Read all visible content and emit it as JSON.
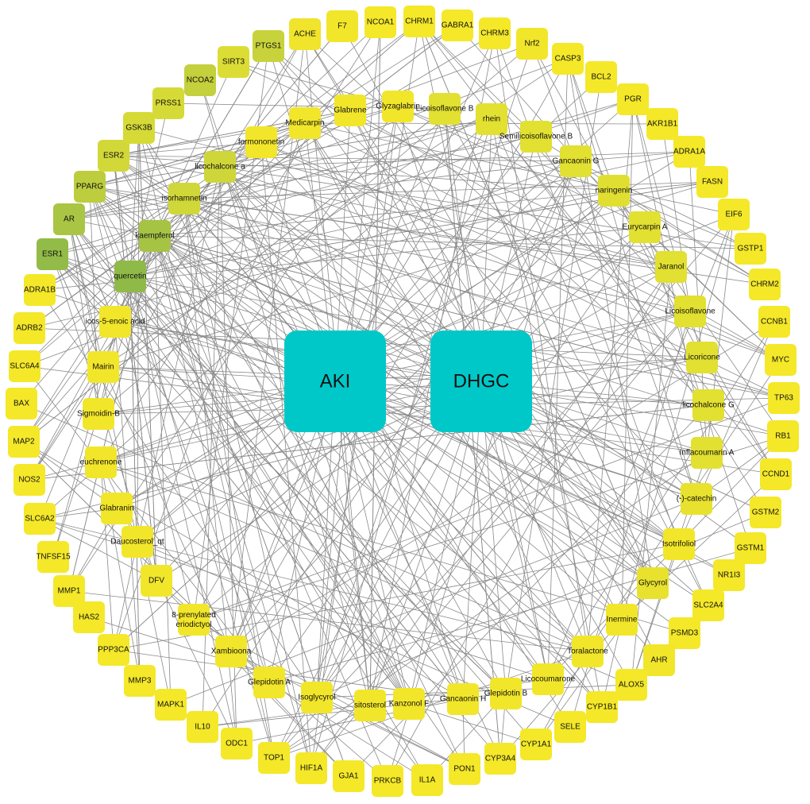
{
  "title": "AKI - DHGC compound-target network",
  "colors": {
    "edge": "#8a8a8a",
    "hub": "#00c8c8",
    "default_node": "#f2e62a"
  },
  "hubs": [
    {
      "id": "AKI",
      "label": "AKI"
    },
    {
      "id": "DHGC",
      "label": "DHGC"
    }
  ],
  "targets": [
    {
      "label": "ACHE",
      "color": "#f0e42c"
    },
    {
      "label": "F7",
      "color": "#f2e62a"
    },
    {
      "label": "NCOA1",
      "color": "#f4e829"
    },
    {
      "label": "CHRM1",
      "color": "#f4e829"
    },
    {
      "label": "GABRA1",
      "color": "#f4e829"
    },
    {
      "label": "CHRM3",
      "color": "#f4e829"
    },
    {
      "label": "Nrf2",
      "color": "#f2e62a"
    },
    {
      "label": "CASP3",
      "color": "#f4e829"
    },
    {
      "label": "BCL2",
      "color": "#f4e829"
    },
    {
      "label": "PGR",
      "color": "#f4e829"
    },
    {
      "label": "AKR1B1",
      "color": "#f4e829"
    },
    {
      "label": "ADRA1A",
      "color": "#f4e829"
    },
    {
      "label": "FASN",
      "color": "#f4e829"
    },
    {
      "label": "EIF6",
      "color": "#f4e829"
    },
    {
      "label": "GSTP1",
      "color": "#f4e829"
    },
    {
      "label": "CHRM2",
      "color": "#f4e829"
    },
    {
      "label": "CCNB1",
      "color": "#f4e829"
    },
    {
      "label": "MYC",
      "color": "#f4e829"
    },
    {
      "label": "TP63",
      "color": "#f4e829"
    },
    {
      "label": "RB1",
      "color": "#f4e829"
    },
    {
      "label": "CCND1",
      "color": "#f4e829"
    },
    {
      "label": "GSTM2",
      "color": "#f4e829"
    },
    {
      "label": "GSTM1",
      "color": "#f4e829"
    },
    {
      "label": "NR1I3",
      "color": "#f4e829"
    },
    {
      "label": "SLC2A4",
      "color": "#f4e829"
    },
    {
      "label": "PSMD3",
      "color": "#f4e829"
    },
    {
      "label": "AHR",
      "color": "#f2e62a"
    },
    {
      "label": "ALOX5",
      "color": "#f4e829"
    },
    {
      "label": "CYP1B1",
      "color": "#f4e829"
    },
    {
      "label": "SELE",
      "color": "#f4e829"
    },
    {
      "label": "CYP1A1",
      "color": "#f4e829"
    },
    {
      "label": "CYP3A4",
      "color": "#f4e829"
    },
    {
      "label": "PON1",
      "color": "#f4e829"
    },
    {
      "label": "IL1A",
      "color": "#f4e829"
    },
    {
      "label": "PRKCB",
      "color": "#f4e829"
    },
    {
      "label": "GJA1",
      "color": "#f4e829"
    },
    {
      "label": "HIF1A",
      "color": "#f4e829"
    },
    {
      "label": "TOP1",
      "color": "#f4e829"
    },
    {
      "label": "ODC1",
      "color": "#f4e829"
    },
    {
      "label": "IL10",
      "color": "#f4e829"
    },
    {
      "label": "MAPK1",
      "color": "#f4e829"
    },
    {
      "label": "MMP3",
      "color": "#f4e829"
    },
    {
      "label": "PPP3CA",
      "color": "#f4e829"
    },
    {
      "label": "HAS2",
      "color": "#f4e829"
    },
    {
      "label": "MMP1",
      "color": "#f4e829"
    },
    {
      "label": "TNFSF15",
      "color": "#f4e829"
    },
    {
      "label": "SLC6A2",
      "color": "#f4e829"
    },
    {
      "label": "NOS2",
      "color": "#f4e829"
    },
    {
      "label": "MAP2",
      "color": "#f4e829"
    },
    {
      "label": "BAX",
      "color": "#f4e829"
    },
    {
      "label": "SLC6A4",
      "color": "#f4e829"
    },
    {
      "label": "ADRB2",
      "color": "#f4e829"
    },
    {
      "label": "ADRA1B",
      "color": "#f4e829"
    },
    {
      "label": "ESR1",
      "color": "#93bb48"
    },
    {
      "label": "AR",
      "color": "#aac544"
    },
    {
      "label": "PPARG",
      "color": "#bccd3e"
    },
    {
      "label": "ESR2",
      "color": "#d2d838"
    },
    {
      "label": "GSK3B",
      "color": "#d6da36"
    },
    {
      "label": "PRSS1",
      "color": "#d6da36"
    },
    {
      "label": "NCOA2",
      "color": "#c4d03c"
    },
    {
      "label": "SIRT3",
      "color": "#dcdd34"
    },
    {
      "label": "PTGS1",
      "color": "#c8d23b"
    }
  ],
  "compounds": [
    {
      "label": "quercetin",
      "color": "#8fba48"
    },
    {
      "label": "kaempferol",
      "color": "#a6c344"
    },
    {
      "label": "isorhamnetin",
      "color": "#d0d738"
    },
    {
      "label": "licochalcone a",
      "color": "#cfd639"
    },
    {
      "label": "formononetin",
      "color": "#f2e62a"
    },
    {
      "label": "Medicarpin",
      "color": "#f2e62a"
    },
    {
      "label": "Glabrene",
      "color": "#f2e62a"
    },
    {
      "label": "Glyzaglabrin",
      "color": "#f2e62a"
    },
    {
      "label": "Licoisoflavone B",
      "color": "#e2e030"
    },
    {
      "label": "rhein",
      "color": "#e2e030"
    },
    {
      "label": "Semilicoisoflavone B",
      "color": "#e2e030"
    },
    {
      "label": "Gancaonin G",
      "color": "#e2e030"
    },
    {
      "label": "naringenin",
      "color": "#e0df31"
    },
    {
      "label": "Eurycarpin A",
      "color": "#e2e030"
    },
    {
      "label": "Jaranol",
      "color": "#e2e030"
    },
    {
      "label": "Licoisoflavone",
      "color": "#e2e030"
    },
    {
      "label": "Licoricone",
      "color": "#e2e030"
    },
    {
      "label": "licochalcone G",
      "color": "#e2e030"
    },
    {
      "label": "Inflacoumarin A",
      "color": "#e2e030"
    },
    {
      "label": "(-)-catechin",
      "color": "#e8e22e"
    },
    {
      "label": "Isotrifoliol",
      "color": "#f2e62a"
    },
    {
      "label": "Glycyrol",
      "color": "#e8e22e"
    },
    {
      "label": "Inermine",
      "color": "#f2e62a"
    },
    {
      "label": "Toralactone",
      "color": "#f2e62a"
    },
    {
      "label": "Licocoumarone",
      "color": "#f2e62a"
    },
    {
      "label": "Glepidotin B",
      "color": "#f2e62a"
    },
    {
      "label": "Gancaonin H",
      "color": "#f2e62a"
    },
    {
      "label": "Kanzonol F",
      "color": "#f2e62a"
    },
    {
      "label": "sitosterol",
      "color": "#f2e62a"
    },
    {
      "label": "Isoglycyrol",
      "color": "#f2e62a"
    },
    {
      "label": "Glepidotin A",
      "color": "#f2e62a"
    },
    {
      "label": "Xambioona",
      "color": "#f2e62a"
    },
    {
      "label": "8-prenylated eriodictyol",
      "color": "#f2e62a"
    },
    {
      "label": "DFV",
      "color": "#f2e62a"
    },
    {
      "label": "Daucosterol_qt",
      "color": "#f2e62a"
    },
    {
      "label": "Glabranin",
      "color": "#f2e62a"
    },
    {
      "label": "euchrenone",
      "color": "#f2e62a"
    },
    {
      "label": "Sigmoidin-B",
      "color": "#f2e62a"
    },
    {
      "label": "Mairin",
      "color": "#f2e62a"
    },
    {
      "label": "icos-5-enoic acid",
      "color": "#f2e62a"
    }
  ]
}
